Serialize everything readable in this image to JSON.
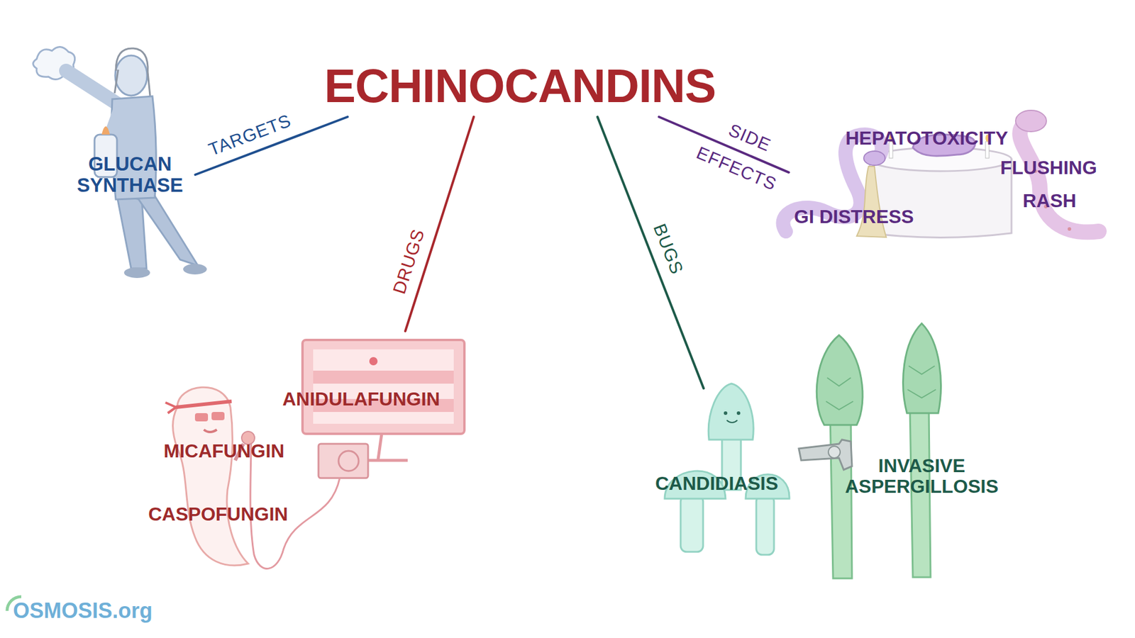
{
  "diagram": {
    "nodes": [
      {
        "text": [
          "ECHINOCANDINS"
        ]
      },
      {
        "text": [
          "GLUCAN SYNTHASE"
        ]
      },
      {
        "text": [
          "ANIDULAFUNGIN",
          "MICAFUNGIN",
          "CASPOFUNGIN"
        ]
      },
      {
        "text": [
          "CANDIDIASIS",
          "INVASIVE ASPERGILLOSIS"
        ]
      },
      {
        "text": [
          "HEPATOTOXICITY",
          "FLUSHING",
          "RASH",
          "GI DISTRESS"
        ]
      }
    ],
    "edges": [
      {
        "from": 0,
        "to": 1,
        "label": "TARGETS",
        "arrow": "none"
      },
      {
        "from": 0,
        "to": 2,
        "label": "DRUGS",
        "arrow": "none"
      },
      {
        "from": 0,
        "to": 3,
        "label": "BUGS",
        "arrow": "none"
      },
      {
        "from": 0,
        "to": 4,
        "label": "SIDE EFFECTS",
        "arrow": "none"
      }
    ],
    "labels": [
      "OSMOSIS.org"
    ]
  }
}
